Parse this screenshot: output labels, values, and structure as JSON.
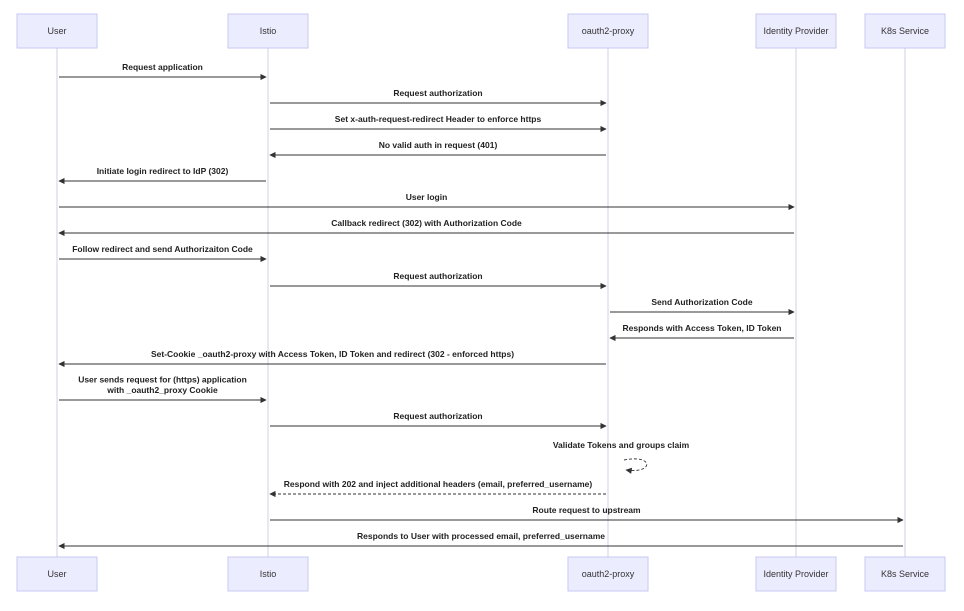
{
  "participants": [
    {
      "id": "user",
      "label": "User"
    },
    {
      "id": "istio",
      "label": "Istio"
    },
    {
      "id": "oauth2",
      "label": "oauth2-proxy"
    },
    {
      "id": "idp",
      "label": "Identity Provider"
    },
    {
      "id": "k8s",
      "label": "K8s Service"
    }
  ],
  "messages": [
    {
      "from": "user",
      "to": "istio",
      "lines": [
        "Request application"
      ],
      "style": "solid"
    },
    {
      "from": "istio",
      "to": "oauth2",
      "lines": [
        "Request authorization"
      ],
      "style": "solid"
    },
    {
      "from": "istio",
      "to": "oauth2",
      "lines": [
        "Set x-auth-request-redirect Header to enforce https"
      ],
      "style": "solid"
    },
    {
      "from": "oauth2",
      "to": "istio",
      "lines": [
        "No valid auth in request (401)"
      ],
      "style": "solid"
    },
    {
      "from": "istio",
      "to": "user",
      "lines": [
        "Initiate login redirect to IdP (302)"
      ],
      "style": "solid"
    },
    {
      "from": "user",
      "to": "idp",
      "lines": [
        "User login"
      ],
      "style": "solid"
    },
    {
      "from": "idp",
      "to": "user",
      "lines": [
        "Callback redirect (302) with Authorization Code"
      ],
      "style": "solid"
    },
    {
      "from": "user",
      "to": "istio",
      "lines": [
        "Follow redirect and send Authorizaiton Code"
      ],
      "style": "solid"
    },
    {
      "from": "istio",
      "to": "oauth2",
      "lines": [
        "Request authorization"
      ],
      "style": "solid"
    },
    {
      "from": "oauth2",
      "to": "idp",
      "lines": [
        "Send Authorization Code"
      ],
      "style": "solid"
    },
    {
      "from": "idp",
      "to": "oauth2",
      "lines": [
        "Responds with Access Token, ID Token"
      ],
      "style": "solid"
    },
    {
      "from": "oauth2",
      "to": "user",
      "lines": [
        "Set-Cookie _oauth2-proxy with Access Token, ID Token and redirect (302 - enforced https)"
      ],
      "style": "solid"
    },
    {
      "from": "user",
      "to": "istio",
      "lines": [
        "User sends request for (https) application",
        "with _oauth2_proxy Cookie"
      ],
      "style": "solid"
    },
    {
      "from": "istio",
      "to": "oauth2",
      "lines": [
        "Request authorization"
      ],
      "style": "solid"
    },
    {
      "from": "oauth2",
      "to": "oauth2",
      "lines": [
        "Validate Tokens and groups claim"
      ],
      "style": "dashed"
    },
    {
      "from": "oauth2",
      "to": "istio",
      "lines": [
        "Respond with 202 and inject additional headers (email, preferred_username)"
      ],
      "style": "dashed"
    },
    {
      "from": "istio",
      "to": "k8s",
      "lines": [
        "Route request to upstream"
      ],
      "style": "solid"
    },
    {
      "from": "k8s",
      "to": "user",
      "lines": [
        "Responds to User with processed email, preferred_username"
      ],
      "style": "solid"
    }
  ]
}
